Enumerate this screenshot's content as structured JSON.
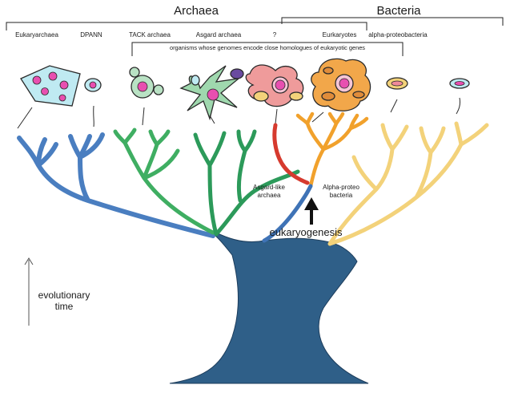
{
  "header": {
    "archaea_title": "Archaea",
    "bacteria_title": "Bacteria"
  },
  "clades": [
    {
      "label": "Eukaryarchaea",
      "color": "#4a7ec0"
    },
    {
      "label": "DPANN",
      "color": "#3f73b6"
    },
    {
      "label": "TACK archaea",
      "color": "#3fae62"
    },
    {
      "label": "Asgard archaea",
      "color": "#2c9a5a"
    },
    {
      "label": "?",
      "color": "#d63a2e"
    },
    {
      "label": "Eurkaryotes",
      "color": "#f1a12c"
    },
    {
      "label": "alpha-proteobacteria",
      "color": "#f3d27a"
    }
  ],
  "note": "organisms whose genomes encode close homologues of eukaryotic genes",
  "annotations": {
    "asgard_like_line1": "Asgard-like",
    "asgard_like_line2": "archaea",
    "alpha_proteo_line1": "Alpha-proteo",
    "alpha_proteo_line2": "bacteria",
    "eukaryogenesis": "eukaryogenesis",
    "evolutionary_line1": "evolutionary",
    "evolutionary_line2": "time"
  },
  "colors": {
    "trunk": "#2f5f88",
    "archaea_blue": "#4a7ec0",
    "tack_green": "#3fae62",
    "asgard_green": "#2c9a5a",
    "asgard_like_red": "#d63a2e",
    "eukaryote_orange": "#f1a12c",
    "bacteria_yellow": "#f3d27a",
    "cell_cyan": "#bfeaf2",
    "cell_green": "#b9e2c4",
    "cell_salmon": "#ef9b9b",
    "cell_orange": "#f2a74a",
    "nucleus_pink": "#e84fb0"
  }
}
